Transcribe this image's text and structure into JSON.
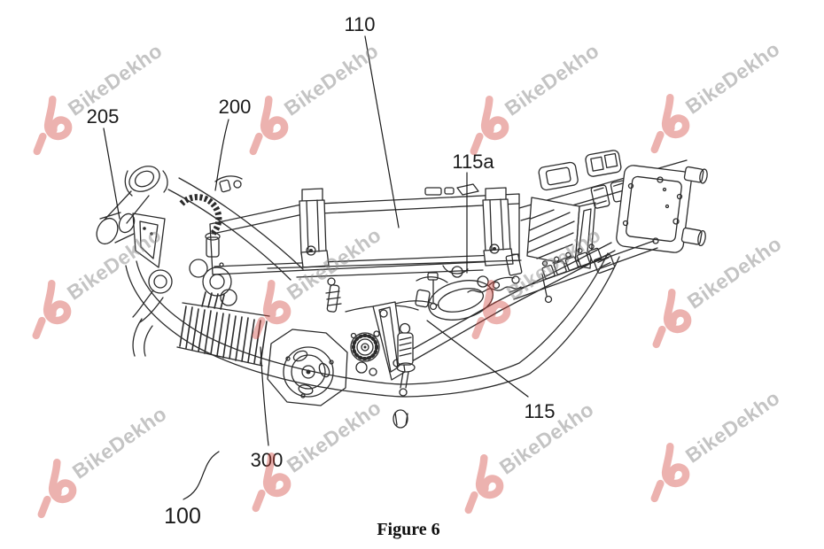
{
  "figure": {
    "caption": "Figure 6",
    "labels": {
      "r110": "110",
      "r205": "205",
      "r200": "200",
      "r115a": "115a",
      "r115": "115",
      "r300": "300",
      "r100": "100"
    }
  },
  "watermark": {
    "text": "BikeDekho",
    "text_color": "#c4c4c4",
    "logo_color": "#eeaaa5"
  },
  "colors": {
    "ink": "#2b2b2b",
    "label_ink": "#1a1a1a",
    "background": "#ffffff"
  }
}
